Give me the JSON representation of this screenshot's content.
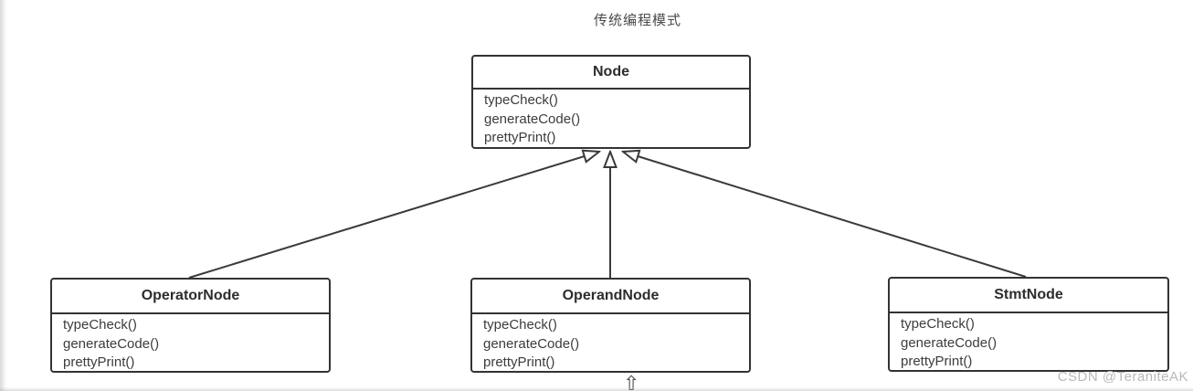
{
  "title": "传统编程模式",
  "watermark": "CSDN @TeraniteAK",
  "icons": {
    "pan_cursor_glyph": "⇧"
  },
  "colors": {
    "line": "#3a3a3a",
    "box_border": "#333333",
    "box_fill": "#ffffff",
    "class_name": "#2d2d2d",
    "method_text": "#3c3c3c",
    "title_text": "#4a4a4a",
    "watermark_text": "#b9b9b9"
  },
  "classes": [
    {
      "name": "Node",
      "methods": [
        "typeCheck()",
        "generateCode()",
        "prettyPrint()"
      ]
    },
    {
      "name": "OperatorNode",
      "methods": [
        "typeCheck()",
        "generateCode()",
        "prettyPrint()"
      ]
    },
    {
      "name": "OperandNode",
      "methods": [
        "typeCheck()",
        "generateCode()",
        "prettyPrint()"
      ]
    },
    {
      "name": "StmtNode",
      "methods": [
        "typeCheck()",
        "generateCode()",
        "prettyPrint()"
      ]
    }
  ],
  "relations": [
    {
      "from": "OperatorNode",
      "to": "Node",
      "type": "inheritance"
    },
    {
      "from": "OperandNode",
      "to": "Node",
      "type": "inheritance"
    },
    {
      "from": "StmtNode",
      "to": "Node",
      "type": "inheritance"
    }
  ]
}
